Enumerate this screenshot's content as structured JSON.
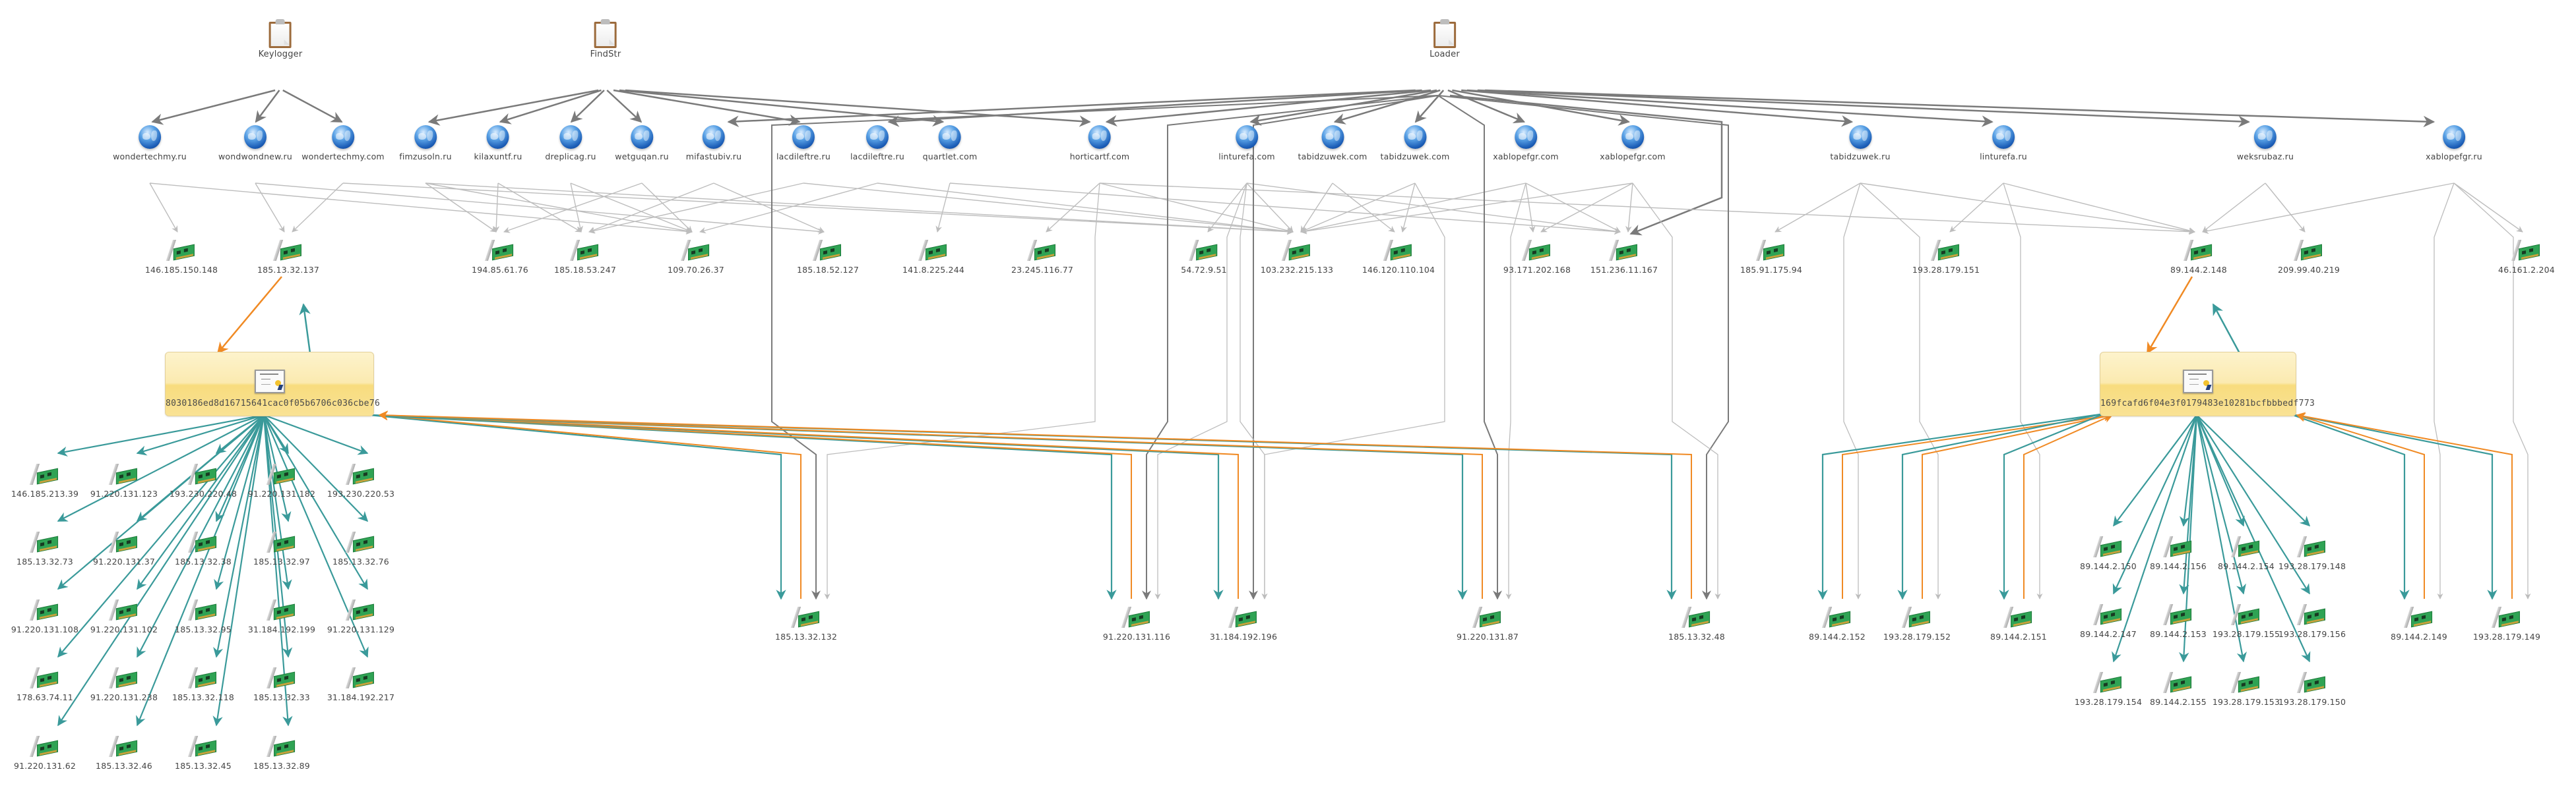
{
  "malware": [
    {
      "id": "m_keylogger",
      "label": "Keylogger",
      "icon": "clipboard-icon"
    },
    {
      "id": "m_findstr",
      "label": "FindStr",
      "icon": "clipboard-icon"
    },
    {
      "id": "m_loader",
      "label": "Loader",
      "icon": "clipboard-icon"
    }
  ],
  "domains": [
    {
      "id": "d1",
      "label": "wondertechmy.ru",
      "icon": "globe-icon"
    },
    {
      "id": "d2",
      "label": "wondwondnew.ru",
      "icon": "globe-icon"
    },
    {
      "id": "d3",
      "label": "wondertechmy.com",
      "icon": "globe-icon"
    },
    {
      "id": "d4",
      "label": "fimzusoln.ru",
      "icon": "globe-icon"
    },
    {
      "id": "d5",
      "label": "kilaxuntf.ru",
      "icon": "globe-icon"
    },
    {
      "id": "d6",
      "label": "dreplicag.ru",
      "icon": "globe-icon"
    },
    {
      "id": "d7",
      "label": "wetguqan.ru",
      "icon": "globe-icon"
    },
    {
      "id": "d8",
      "label": "mifastubiv.ru",
      "icon": "globe-icon"
    },
    {
      "id": "d9",
      "label": "lacdileftre.ru",
      "icon": "globe-icon"
    },
    {
      "id": "d10",
      "label": "lacdileftre.ru",
      "icon": "globe-icon"
    },
    {
      "id": "d11",
      "label": "quartlet.com",
      "icon": "globe-icon"
    },
    {
      "id": "d12",
      "label": "horticartf.com",
      "icon": "globe-icon"
    },
    {
      "id": "d13",
      "label": "linturefa.com",
      "icon": "globe-icon"
    },
    {
      "id": "d14",
      "label": "tabidzuwek.com",
      "icon": "globe-icon"
    },
    {
      "id": "d15",
      "label": "tabidzuwek.com",
      "icon": "globe-icon"
    },
    {
      "id": "d16",
      "label": "xablopefgr.com",
      "icon": "globe-icon"
    },
    {
      "id": "d17",
      "label": "xablopefgr.com",
      "icon": "globe-icon"
    },
    {
      "id": "d18",
      "label": "tabidzuwek.ru",
      "icon": "globe-icon"
    },
    {
      "id": "d19",
      "label": "linturefa.ru",
      "icon": "globe-icon"
    },
    {
      "id": "d20",
      "label": "weksrubaz.ru",
      "icon": "globe-icon"
    },
    {
      "id": "d21",
      "label": "xablopefgr.ru",
      "icon": "globe-icon"
    }
  ],
  "resolved_ips": [
    {
      "id": "r1",
      "label": "146.185.150.148"
    },
    {
      "id": "r2",
      "label": "185.13.32.137"
    },
    {
      "id": "r3",
      "label": "194.85.61.76"
    },
    {
      "id": "r4",
      "label": "185.18.53.247"
    },
    {
      "id": "r5",
      "label": "109.70.26.37"
    },
    {
      "id": "r6",
      "label": "185.18.52.127"
    },
    {
      "id": "r7",
      "label": "141.8.225.244"
    },
    {
      "id": "r8",
      "label": "23.245.116.77"
    },
    {
      "id": "r9",
      "label": "54.72.9.51"
    },
    {
      "id": "r10",
      "label": "103.232.215.133"
    },
    {
      "id": "r11",
      "label": "146.120.110.104"
    },
    {
      "id": "r12",
      "label": "93.171.202.168"
    },
    {
      "id": "r13",
      "label": "151.236.11.167"
    },
    {
      "id": "r14",
      "label": "185.91.175.94"
    },
    {
      "id": "r15",
      "label": "193.28.179.151"
    },
    {
      "id": "r16",
      "label": "89.144.2.148"
    },
    {
      "id": "r17",
      "label": "209.99.40.219"
    },
    {
      "id": "r18",
      "label": "46.161.2.204"
    }
  ],
  "certificates": [
    {
      "id": "c1",
      "label": "8030186ed8d16715641cac0f05b6706c036cbe76",
      "icon": "certificate-icon"
    },
    {
      "id": "c2",
      "label": "169fcafd6f04e3f0179483e10281bcfbbbedf773",
      "icon": "certificate-icon"
    }
  ],
  "cert1_ips": [
    {
      "id": "a1",
      "label": "146.185.213.39"
    },
    {
      "id": "a2",
      "label": "91.220.131.123"
    },
    {
      "id": "a3",
      "label": "193.230.220.48"
    },
    {
      "id": "a4",
      "label": "91.220.131.182"
    },
    {
      "id": "a5",
      "label": "193.230.220.53"
    },
    {
      "id": "a6",
      "label": "185.13.32.73"
    },
    {
      "id": "a7",
      "label": "91.220.131.37"
    },
    {
      "id": "a8",
      "label": "185.13.32.38"
    },
    {
      "id": "a9",
      "label": "185.13.32.97"
    },
    {
      "id": "a10",
      "label": "185.13.32.76"
    },
    {
      "id": "a11",
      "label": "91.220.131.108"
    },
    {
      "id": "a12",
      "label": "91.220.131.102"
    },
    {
      "id": "a13",
      "label": "185.13.32.95"
    },
    {
      "id": "a14",
      "label": "31.184.192.199"
    },
    {
      "id": "a15",
      "label": "91.220.131.129"
    },
    {
      "id": "a16",
      "label": "178.63.74.11"
    },
    {
      "id": "a17",
      "label": "91.220.131.238"
    },
    {
      "id": "a18",
      "label": "185.13.32.118"
    },
    {
      "id": "a19",
      "label": "185.13.32.33"
    },
    {
      "id": "a20",
      "label": "31.184.192.217"
    },
    {
      "id": "a21",
      "label": "91.220.131.62"
    },
    {
      "id": "a22",
      "label": "185.13.32.46"
    },
    {
      "id": "a23",
      "label": "185.13.32.45"
    },
    {
      "id": "a24",
      "label": "185.13.32.89"
    }
  ],
  "shared_ips": [
    {
      "id": "s1",
      "label": "185.13.32.132"
    },
    {
      "id": "s2",
      "label": "91.220.131.116"
    },
    {
      "id": "s3",
      "label": "31.184.192.196"
    },
    {
      "id": "s4",
      "label": "91.220.131.87"
    },
    {
      "id": "s5",
      "label": "185.13.32.48"
    },
    {
      "id": "s6",
      "label": "89.144.2.152"
    },
    {
      "id": "s7",
      "label": "193.28.179.152"
    },
    {
      "id": "s8",
      "label": "89.144.2.151"
    },
    {
      "id": "s9",
      "label": "89.144.2.149"
    },
    {
      "id": "s10",
      "label": "193.28.179.149"
    }
  ],
  "cert2_ips": [
    {
      "id": "b1",
      "label": "89.144.2.150"
    },
    {
      "id": "b2",
      "label": "89.144.2.156"
    },
    {
      "id": "b3",
      "label": "89.144.2.154"
    },
    {
      "id": "b4",
      "label": "193.28.179.148"
    },
    {
      "id": "b5",
      "label": "89.144.2.147"
    },
    {
      "id": "b6",
      "label": "89.144.2.153"
    },
    {
      "id": "b7",
      "label": "193.28.179.155"
    },
    {
      "id": "b8",
      "label": "193.28.179.156"
    },
    {
      "id": "b9",
      "label": "193.28.179.154"
    },
    {
      "id": "b10",
      "label": "89.144.2.155"
    },
    {
      "id": "b11",
      "label": "193.28.179.153"
    },
    {
      "id": "b12",
      "label": "193.28.179.150"
    }
  ],
  "edge_colors": {
    "malware_to_domain": "#7a7a7a",
    "domain_to_ip": "#bdbdbd",
    "cert_to_ip": "#3a9a9a",
    "ip_to_cert": "#f08a24"
  },
  "edges": {
    "malware_domain": [
      [
        "m_keylogger",
        "d1"
      ],
      [
        "m_keylogger",
        "d2"
      ],
      [
        "m_keylogger",
        "d3"
      ],
      [
        "m_findstr",
        "d4"
      ],
      [
        "m_findstr",
        "d5"
      ],
      [
        "m_findstr",
        "d6"
      ],
      [
        "m_findstr",
        "d7"
      ],
      [
        "m_findstr",
        "d9"
      ],
      [
        "m_findstr",
        "d11"
      ],
      [
        "m_findstr",
        "d12"
      ],
      [
        "m_loader",
        "d8"
      ],
      [
        "m_loader",
        "d10"
      ],
      [
        "m_loader",
        "d12"
      ],
      [
        "m_loader",
        "d13"
      ],
      [
        "m_loader",
        "d14"
      ],
      [
        "m_loader",
        "d15"
      ],
      [
        "m_loader",
        "d16"
      ],
      [
        "m_loader",
        "d17"
      ],
      [
        "m_loader",
        "d18"
      ],
      [
        "m_loader",
        "d19"
      ],
      [
        "m_loader",
        "d20"
      ],
      [
        "m_loader",
        "d21"
      ],
      [
        "m_loader",
        "r13"
      ]
    ],
    "domain_ip": [
      [
        "d1",
        "r1"
      ],
      [
        "d1",
        "r5"
      ],
      [
        "d2",
        "r2"
      ],
      [
        "d2",
        "r6"
      ],
      [
        "d3",
        "r2"
      ],
      [
        "d3",
        "r10"
      ],
      [
        "d4",
        "r3"
      ],
      [
        "d4",
        "r5"
      ],
      [
        "d4",
        "r10"
      ],
      [
        "d5",
        "r3"
      ],
      [
        "d5",
        "r4"
      ],
      [
        "d6",
        "r4"
      ],
      [
        "d6",
        "r5"
      ],
      [
        "d7",
        "r3"
      ],
      [
        "d7",
        "r5"
      ],
      [
        "d8",
        "r4"
      ],
      [
        "d8",
        "r6"
      ],
      [
        "d9",
        "r4"
      ],
      [
        "d9",
        "r10"
      ],
      [
        "d10",
        "r5"
      ],
      [
        "d10",
        "r10"
      ],
      [
        "d11",
        "r7"
      ],
      [
        "d11",
        "r13"
      ],
      [
        "d12",
        "r8"
      ],
      [
        "d12",
        "r10"
      ],
      [
        "d12",
        "r16"
      ],
      [
        "d13",
        "r9"
      ],
      [
        "d13",
        "r10"
      ],
      [
        "d13",
        "r13"
      ],
      [
        "d14",
        "r10"
      ],
      [
        "d14",
        "r11"
      ],
      [
        "d15",
        "r10"
      ],
      [
        "d15",
        "r11"
      ],
      [
        "d16",
        "r10"
      ],
      [
        "d16",
        "r12"
      ],
      [
        "d16",
        "r13"
      ],
      [
        "d17",
        "r12"
      ],
      [
        "d17",
        "r13"
      ],
      [
        "d17",
        "r10"
      ],
      [
        "d18",
        "r14"
      ],
      [
        "d18",
        "r16"
      ],
      [
        "d19",
        "r15"
      ],
      [
        "d19",
        "r16"
      ],
      [
        "d20",
        "r16"
      ],
      [
        "d20",
        "r17"
      ],
      [
        "d21",
        "r16"
      ],
      [
        "d21",
        "r18"
      ]
    ]
  }
}
